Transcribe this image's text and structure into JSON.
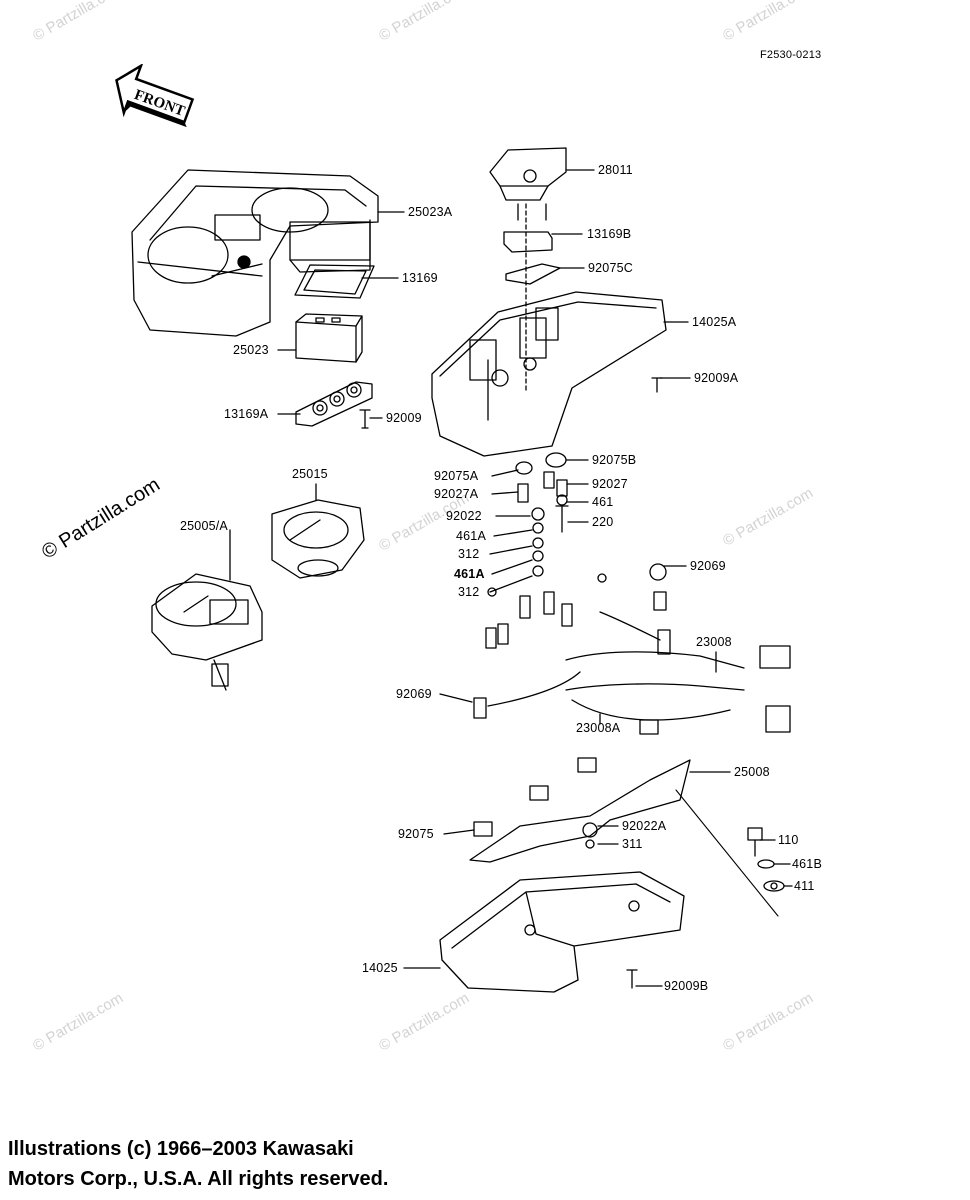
{
  "diagram": {
    "code": "F2530-0213",
    "front_label": "FRONT",
    "watermark": "© Partzilla.com",
    "copyright_lines": [
      "Illustrations (c) 1966–2003 Kawasaki",
      "Motors Corp., U.S.A.  All rights reserved."
    ],
    "parts": {
      "p25023A": "25023A",
      "p13169": "13169",
      "p25023": "25023",
      "p13169A": "13169A",
      "p92009": "92009",
      "p28011": "28011",
      "p13169B": "13169B",
      "p92075C": "92075C",
      "p14025A": "14025A",
      "p92009A": "92009A",
      "p25015": "25015",
      "p25005A": "25005/A",
      "p92075A": "92075A",
      "p92075B": "92075B",
      "p92027A": "92027A",
      "p92027": "92027",
      "p461": "461",
      "p92022": "92022",
      "p220": "220",
      "p461A_1": "461A",
      "p312_1": "312",
      "p461A_2": "461A",
      "p312_2": "312",
      "p92069_1": "92069",
      "p23008": "23008",
      "p92069_2": "92069",
      "p23008A": "23008A",
      "p25008": "25008",
      "p92075": "92075",
      "p92022A": "92022A",
      "p311": "311",
      "p110": "110",
      "p461B": "461B",
      "p411": "411",
      "p14025": "14025",
      "p92009B": "92009B"
    }
  }
}
